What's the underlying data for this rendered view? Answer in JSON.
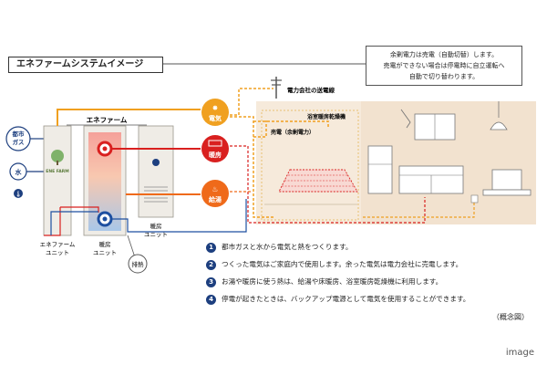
{
  "title": "エネファームシステムイメージ",
  "info_box": {
    "lines": [
      "余剰電力は売電（自動切替）します。",
      "売電ができない場合は停電時に自立運転へ",
      "自動で切り替わります。"
    ]
  },
  "labels": {
    "city_gas": [
      "都市",
      "ガス"
    ],
    "water": "水",
    "enefarm_header": "エネファーム",
    "enefarm_unit": [
      "エネファーム",
      "ユニット"
    ],
    "hot_water_unit": [
      "暖房",
      "ユニット"
    ],
    "heating_unit": [
      "暖房",
      "ユニット"
    ],
    "exhaust_heat": "排熱",
    "ene_farm_logo": "ENE FARM",
    "power_line": "電力会社の送電線",
    "bathroom_dryer": "浴室暖房乾燥機",
    "sell_power": "売電（余剰電力）",
    "bubble_power": "電気",
    "bubble_heating": "暖房",
    "bubble_water": "給湯"
  },
  "notes": [
    {
      "num": "1",
      "text": "都市ガスと水から電気と熱をつくります。"
    },
    {
      "num": "2",
      "text": "つくった電気はご家庭内で使用します。余った電気は電力会社に売電します。"
    },
    {
      "num": "3",
      "text": "お湯や暖房に使う熱は、給湯や床暖房、浴室暖房乾燥機に利用します。"
    },
    {
      "num": "4",
      "text": "停電が起きたときは、バックアップ電源として電気を使用することができます。"
    }
  ],
  "caption": "（概念図）",
  "watermark": "image",
  "colors": {
    "gas_blue": "#1d3f7f",
    "electric_orange": "#f0a020",
    "heat_red": "#d9201f",
    "hot_orange": "#ef6a1a",
    "room_bg": "#f6eadb",
    "unit_fill": "#efece6"
  }
}
